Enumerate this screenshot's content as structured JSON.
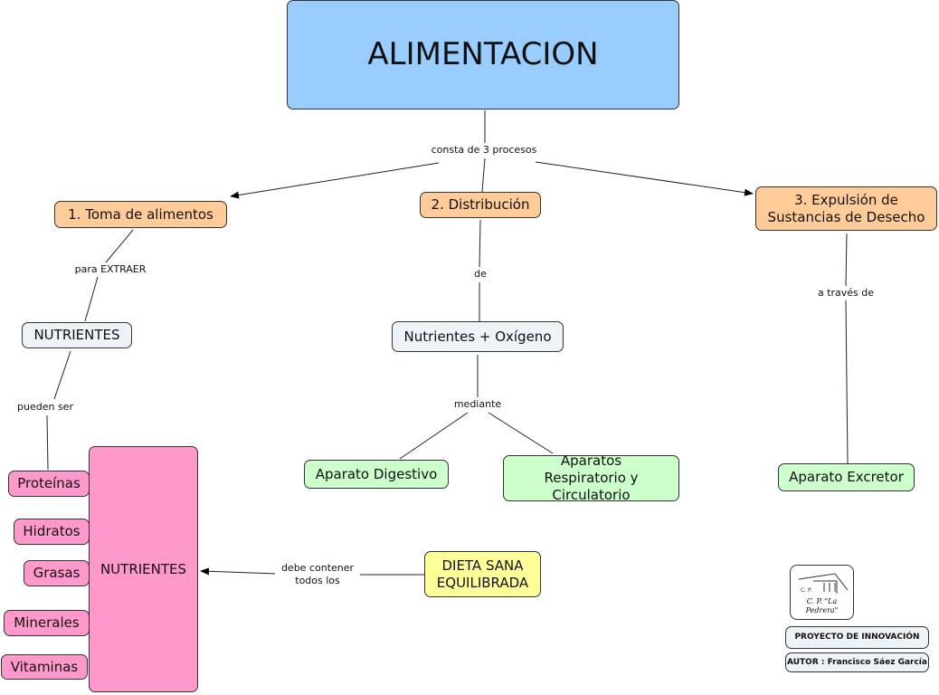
{
  "title": "ALIMENTACION",
  "processes": [
    "1. Toma de alimentos",
    "2. Distribución",
    "3. Expulsión de Sustancias de Desecho"
  ],
  "links": {
    "consta": "consta de 3 procesos",
    "para": "para EXTRAER",
    "de": "de",
    "traves": "a través de",
    "pueden": "pueden ser",
    "mediante": "mediante",
    "debe": "debe contener todos los"
  },
  "nutrientes_small": "NUTRIENTES",
  "nutrientes_oxigeno": "Nutrientes + Oxígeno",
  "aparato_digestivo": "Aparato Digestivo",
  "aparatos_resp": "Aparatos Respiratorio y Circulatorio",
  "aparato_excretor": "Aparato Excretor",
  "nutrientes_big": "NUTRIENTES",
  "nutrient_types": [
    "Proteínas",
    "Hidratos",
    "Grasas",
    "Minerales",
    "Vitaminas"
  ],
  "dieta": "DIETA SANA EQUILIBRADA",
  "logo": {
    "text": "C. P. \"La Pedrera\""
  },
  "proyecto": "PROYECTO DE INNOVACIÓN",
  "autor": "AUTOR : Francisco Sáez García",
  "colors": {
    "title": "#99ccff",
    "process": "#ffcc99",
    "concept": "#eef3f7",
    "organ": "#ccffcc",
    "nutrient": "#ff99cc",
    "diet": "#ffff99"
  }
}
